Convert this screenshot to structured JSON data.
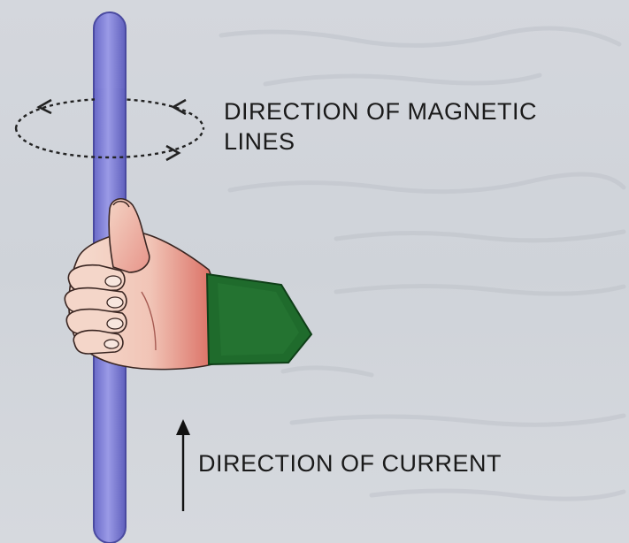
{
  "labels": {
    "magnetic_line1": "DIRECTION OF MAGNETIC",
    "magnetic_line2": "LINES",
    "current": "DIRECTION OF CURRENT"
  },
  "colors": {
    "background": "#d2d6dc",
    "wire": "#8484d8",
    "wire_edge": "#4a4aa0",
    "skin": "#f3d2c4",
    "skin_shadow": "#d9756a",
    "sleeve": "#1f6b2c",
    "ink": "#1a1a1a"
  }
}
